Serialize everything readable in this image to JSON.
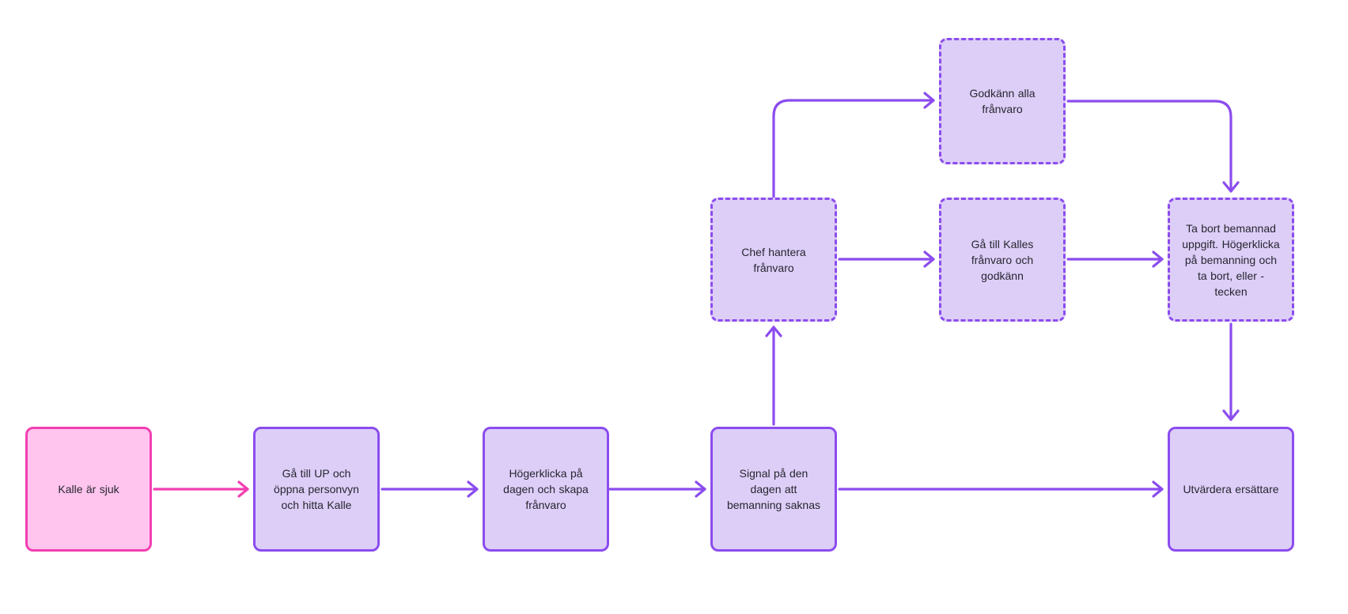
{
  "diagram": {
    "type": "flowchart",
    "language": "sv",
    "background": "#FFFFFF",
    "colors": {
      "purple_stroke": "#8B4CEE",
      "purple_fill": "#DDCEF8",
      "pink_stroke": "#F23FB2",
      "pink_fill": "#FFC5EE",
      "text": "#26262F"
    },
    "nodes": [
      {
        "id": "kalle-ar-sjuk",
        "label": "Kalle är sjuk",
        "style": "pink-solid"
      },
      {
        "id": "ga-till-up",
        "label": "Gå till UP och öppna personvyn och hitta Kalle",
        "style": "purple-solid"
      },
      {
        "id": "hogerklicka-dagen",
        "label": "Högerklicka på dagen och skapa frånvaro",
        "style": "purple-solid"
      },
      {
        "id": "signal-bemanning",
        "label": "Signal på den dagen att bemanning saknas",
        "style": "purple-solid"
      },
      {
        "id": "utvardera-ersattare",
        "label": "Utvärdera ersättare",
        "style": "purple-solid"
      },
      {
        "id": "chef-hantera",
        "label": "Chef hantera frånvaro",
        "style": "purple-dashed"
      },
      {
        "id": "ga-till-kalles",
        "label": "Gå till Kalles frånvaro och godkänn",
        "style": "purple-dashed"
      },
      {
        "id": "ta-bort-bemannad",
        "label": "Ta bort bemannad uppgift. Högerklicka på bemanning och ta bort, eller - tecken",
        "style": "purple-dashed"
      },
      {
        "id": "godkann-alla",
        "label": "Godkänn alla frånvaro",
        "style": "purple-dashed"
      }
    ],
    "edges": [
      {
        "from": "kalle-ar-sjuk",
        "to": "ga-till-up",
        "color": "pink",
        "shape": "straight"
      },
      {
        "from": "ga-till-up",
        "to": "hogerklicka-dagen",
        "color": "purple",
        "shape": "straight"
      },
      {
        "from": "hogerklicka-dagen",
        "to": "signal-bemanning",
        "color": "purple",
        "shape": "straight"
      },
      {
        "from": "signal-bemanning",
        "to": "utvardera-ersattare",
        "color": "purple",
        "shape": "straight"
      },
      {
        "from": "signal-bemanning",
        "to": "chef-hantera",
        "color": "purple",
        "shape": "straight-up"
      },
      {
        "from": "chef-hantera",
        "to": "godkann-alla",
        "color": "purple",
        "shape": "elbow-up-right"
      },
      {
        "from": "chef-hantera",
        "to": "ga-till-kalles",
        "color": "purple",
        "shape": "straight"
      },
      {
        "from": "godkann-alla",
        "to": "ta-bort-bemannad",
        "color": "purple",
        "shape": "elbow-right-down"
      },
      {
        "from": "ga-till-kalles",
        "to": "ta-bort-bemannad",
        "color": "purple",
        "shape": "straight"
      },
      {
        "from": "ta-bort-bemannad",
        "to": "utvardera-ersattare",
        "color": "purple",
        "shape": "straight-down"
      }
    ]
  }
}
